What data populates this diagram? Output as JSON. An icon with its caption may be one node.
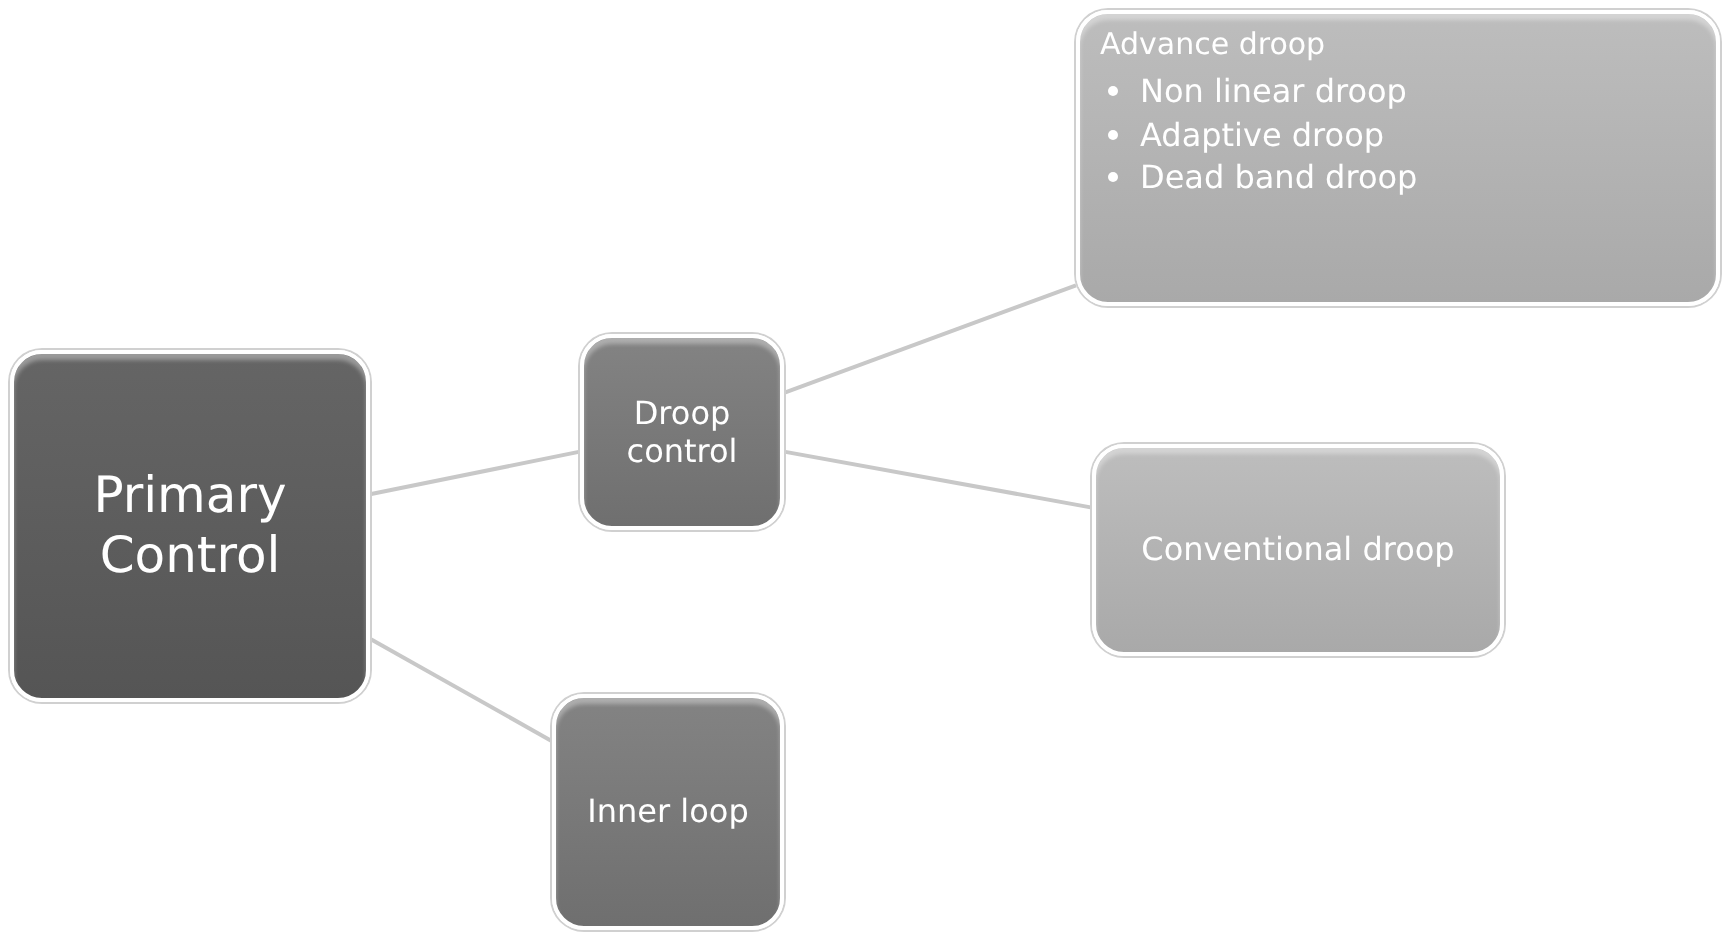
{
  "diagram": {
    "nodes": [
      {
        "text": [
          "Primary Control"
        ]
      },
      {
        "text": [
          "Droop control"
        ]
      },
      {
        "text": [
          "Advance droop",
          "Non linear droop",
          "Adaptive droop",
          "Dead band droop"
        ]
      },
      {
        "text": [
          "Conventional droop"
        ]
      },
      {
        "text": [
          "Inner loop"
        ]
      }
    ],
    "edges": [
      {
        "from": 0,
        "to": 1,
        "arrow": "none"
      },
      {
        "from": 0,
        "to": 4,
        "arrow": "none"
      },
      {
        "from": 1,
        "to": 2,
        "arrow": "none"
      },
      {
        "from": 1,
        "to": 3,
        "arrow": "none"
      }
    ]
  }
}
